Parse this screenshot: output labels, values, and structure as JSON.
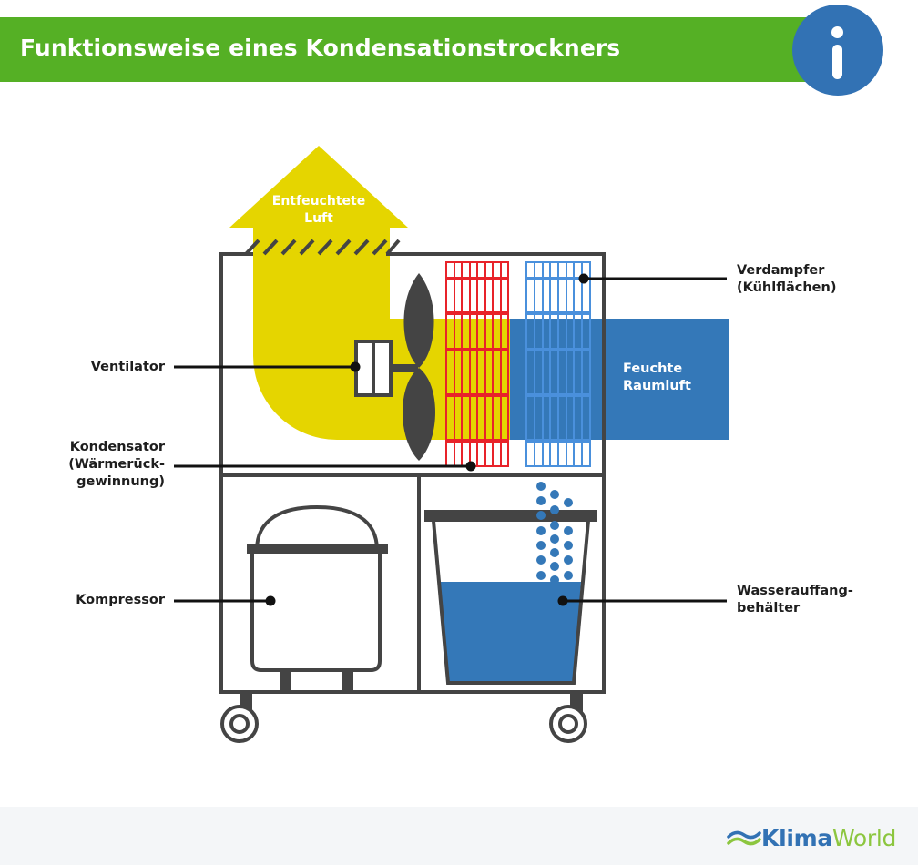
{
  "header": {
    "title": "Funktionsweise eines Kondensationstrockners"
  },
  "diagram": {
    "air_out_label": [
      "Entfeuchtete",
      "Luft"
    ],
    "air_in_label": [
      "Feuchte",
      "Raumluft"
    ],
    "callouts": {
      "ventilator": "Ventilator",
      "kondensator": [
        "Kondensator",
        "(Wärmerück-",
        "gewinnung)"
      ],
      "kompressor": "Kompressor",
      "verdampfer": [
        "Verdampfer",
        "(Kühlflächen)"
      ],
      "wasserbehaelter": [
        "Wasserauffang-",
        "behälter"
      ]
    }
  },
  "colors": {
    "header_green": "#55b025",
    "info_blue": "#3272b4",
    "dry_air_yellow": "#e5d500",
    "humid_air_blue": "#3478b8",
    "condenser_red": "#e8232a",
    "evaporator_blue": "#4a90dc",
    "outline_dark": "#444444",
    "water_blue": "#3478b8"
  },
  "footer": {
    "logo_part1": "Klima",
    "logo_part2": "World"
  }
}
